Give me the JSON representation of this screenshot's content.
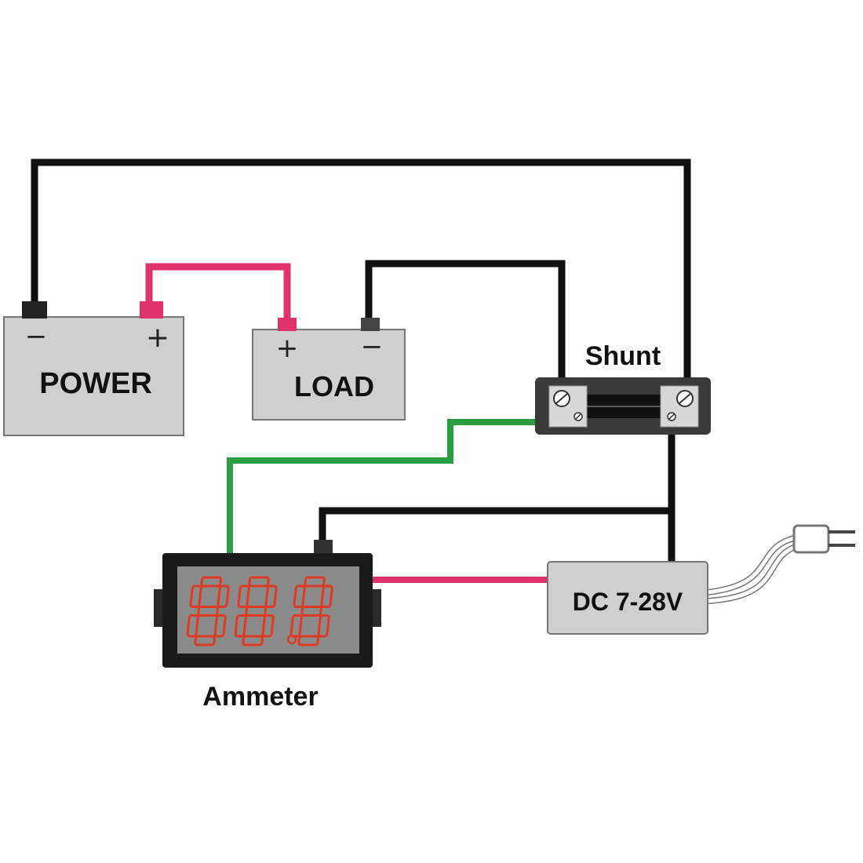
{
  "colors": {
    "wire_black": "#111111",
    "wire_red": "#e0336a",
    "wire_green": "#2a9d3e",
    "box_fill": "#cfcfcf",
    "box_stroke": "#777777",
    "digit_red": "#e03a22",
    "meter_body": "#1a1a1a"
  },
  "power": {
    "label": "POWER",
    "minus": "−",
    "plus": "+"
  },
  "load": {
    "label": "LOAD",
    "plus": "+",
    "minus": "−"
  },
  "shunt": {
    "label": "Shunt"
  },
  "ammeter": {
    "label": "Ammeter"
  },
  "supply": {
    "label": "DC 7-28V"
  }
}
